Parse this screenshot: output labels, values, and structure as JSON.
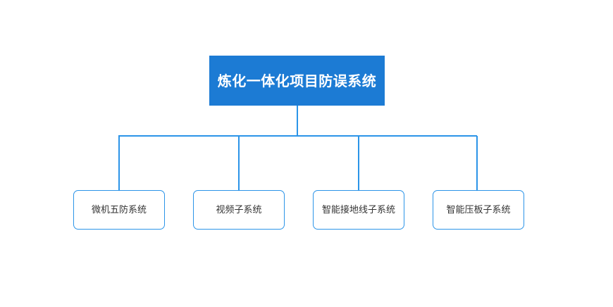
{
  "diagram": {
    "type": "organization-hierarchy-chart",
    "background_color": "#FFFFFF",
    "root": {
      "label": "炼化一体化项目防误系统",
      "fill_color": "#1C7BD4",
      "text_color": "#FFFFFF"
    },
    "children": [
      {
        "label": "微机五防系统"
      },
      {
        "label": "视频子系统"
      },
      {
        "label": "智能接地线子系统"
      },
      {
        "label": "智能压板子系统"
      }
    ],
    "connector": {
      "color": "#2B94E8",
      "stroke_width": 2
    },
    "child_style": {
      "fill_color": "#FFFFFF",
      "border_color": "#2B94E8",
      "text_color": "#333333"
    }
  }
}
